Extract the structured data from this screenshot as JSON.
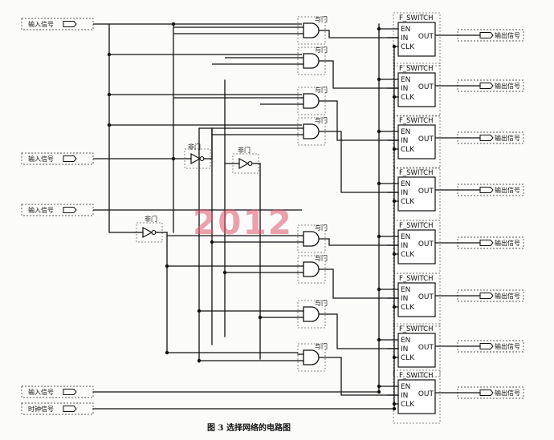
{
  "input_ports": [
    "输入信号",
    "输入信号",
    "输入信号",
    "输入信号"
  ],
  "clock_port": "时钟信号",
  "output_ports": [
    "输出信号",
    "输出信号",
    "输出信号",
    "输出信号",
    "输出信号",
    "输出信号",
    "输出信号",
    "输出信号"
  ],
  "and_gate_label": "与门",
  "not_gate_label": "非门",
  "switch_block": {
    "title": "F_SWITCH",
    "pins_in": [
      "EN",
      "IN",
      "CLK"
    ],
    "pin_out": "OUT"
  },
  "caption": "图 3 选择网络的电路图",
  "watermark": "2012",
  "colors": {
    "ink": "#111111",
    "watermark": "#e0566e",
    "watermark2": "#6b7bb8"
  }
}
